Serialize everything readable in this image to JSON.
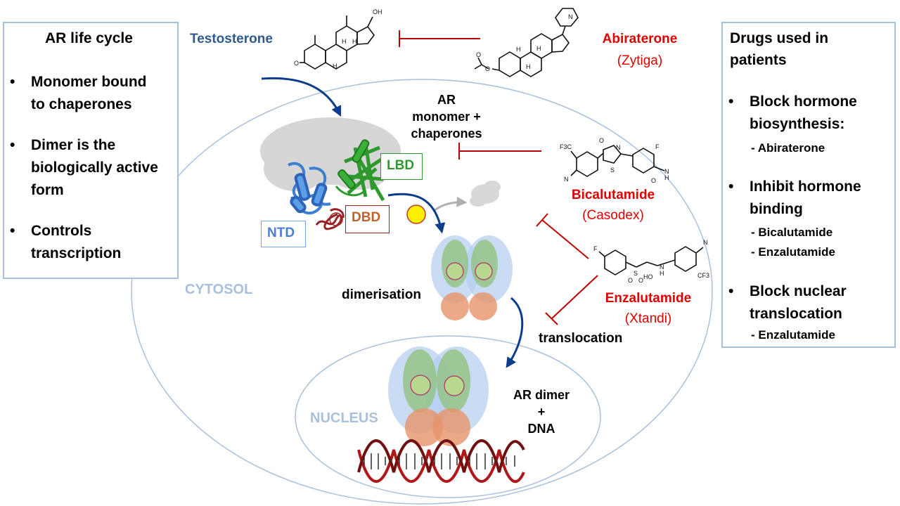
{
  "left_panel": {
    "title": "AR life cycle",
    "items": [
      {
        "line1": "Monomer bound",
        "line2": "to chaperones",
        "line3": ""
      },
      {
        "line1": "Dimer is the",
        "line2": "biologically active",
        "line3": "form"
      },
      {
        "line1": "Controls",
        "line2": "transcription",
        "line3": ""
      }
    ]
  },
  "right_panel": {
    "title_line1": "Drugs used in",
    "title_line2": "patients",
    "groups": [
      {
        "line1": "Block hormone",
        "line2": "biosynthesis:",
        "subs": [
          "- Abiraterone"
        ]
      },
      {
        "line1": "Inhibit hormone",
        "line2": "binding",
        "subs": [
          "- Bicalutamide",
          "- Enzalutamide"
        ]
      },
      {
        "line1": "Block nuclear",
        "line2": "translocation",
        "subs": [
          "- Enzalutamide"
        ]
      }
    ]
  },
  "hormone": {
    "name": "Testosterone"
  },
  "drugs": [
    {
      "name": "Abiraterone",
      "brand": "(Zytiga)"
    },
    {
      "name": "Bicalutamide",
      "brand": "(Casodex)"
    },
    {
      "name": "Enzalutamide",
      "brand": "(Xtandi)"
    }
  ],
  "labels": {
    "ar_line1": "AR",
    "ar_line2": "monomer +",
    "ar_line3": "chaperones",
    "lbd": "LBD",
    "ntd": "NTD",
    "dbd": "DBD",
    "dimerisation": "dimerisation",
    "translocation": "translocation",
    "cytosol": "CYTOSOL",
    "nucleus": "NUCLEUS",
    "dimer_line1": "AR dimer",
    "dimer_line2": "+",
    "dimer_line3": "DNA"
  },
  "structure_atoms": {
    "testosterone": [
      "OH",
      "H",
      "H",
      "H",
      "O"
    ],
    "abiraterone": [
      "N",
      "H",
      "H",
      "H",
      "O",
      "O"
    ],
    "bicalutamide": [
      "F3C",
      "N",
      "O",
      "N",
      "S",
      "F",
      "N",
      "H",
      "O"
    ],
    "enzalutamide": [
      "F",
      "S",
      "O",
      "O",
      "HO",
      "N",
      "H",
      "N",
      "CF3"
    ]
  },
  "colors": {
    "panel_border": "#a9c0dd",
    "hormone_blue": "#2e5a8f",
    "drug_red": "#e00000",
    "inhibit_line": "#c00000",
    "arrow_blue": "#0c3c8c",
    "lbd_green": "#2e9a2e",
    "ntd_blue": "#4a7fd8",
    "dbd_brown": "#c0622a",
    "dbd_border": "#9b2222",
    "ligand_yellow": "#ffef00"
  }
}
